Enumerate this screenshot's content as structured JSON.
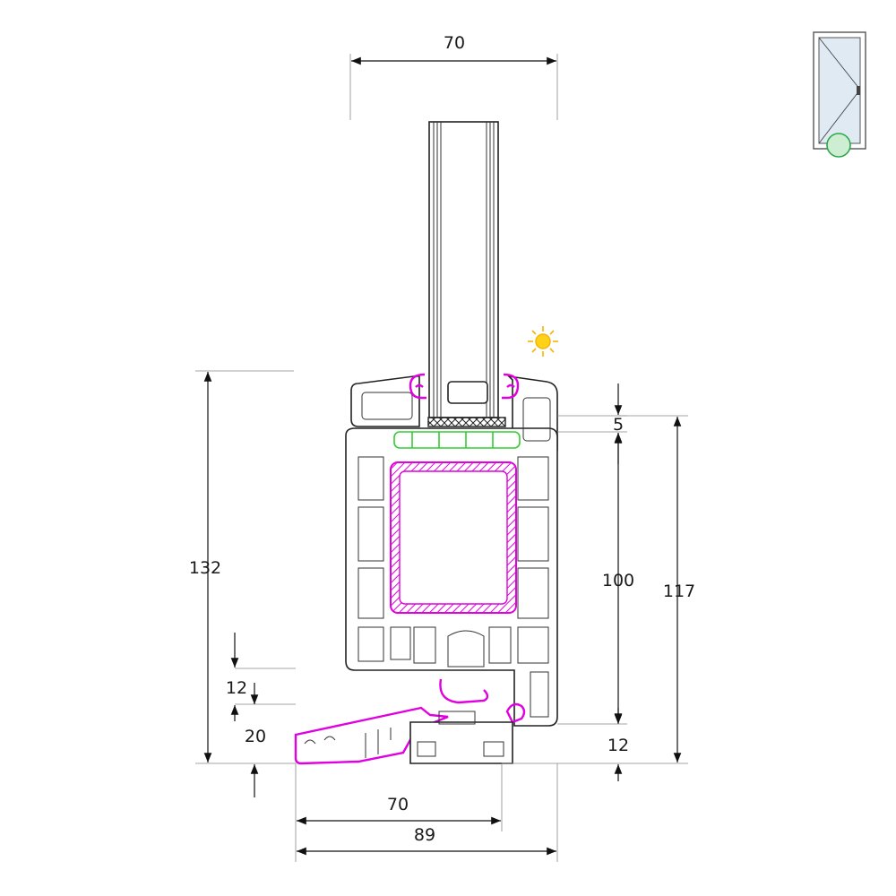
{
  "dimensions": {
    "glass_width": "70",
    "gasket_gap": "5",
    "sash_height": "100",
    "frame_height": "117",
    "total_height": "132",
    "frame_bottom": "12",
    "sill_step": "12",
    "sill_height": "20",
    "sill_inner_width": "70",
    "total_width": "89"
  },
  "colors": {
    "profile_outline": "#222222",
    "reinforcement": "#e000e0",
    "gasket": "#33cc33",
    "dimension_line": "#111111",
    "sun": "#f5b400",
    "locator_circle": "#2ea84a"
  },
  "icons": {
    "sun": "sun-icon",
    "window_locator": "window-thumbnail-icon"
  }
}
